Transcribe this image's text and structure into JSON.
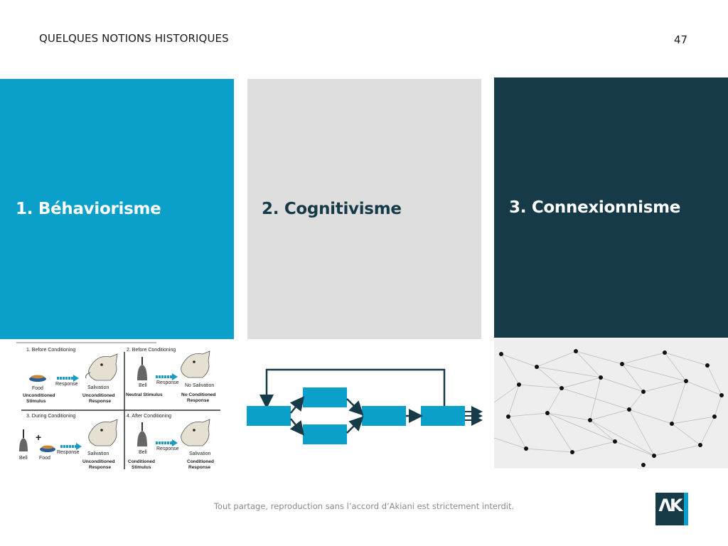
{
  "header": {
    "title": "QUELQUES NOTIONS HISTORIQUES",
    "page_number": "47"
  },
  "panels": [
    {
      "label": "1. Béhaviorisme",
      "color": "#0aa0c9"
    },
    {
      "label": "2. Cognitivisme",
      "color": "#dedede"
    },
    {
      "label": "3. Connexionnisme",
      "color": "#163a48"
    }
  ],
  "conditioning": {
    "step1": "1. Before Conditioning",
    "step2": "2. Before Conditioning",
    "step3": "3. During Conditioning",
    "step4": "4. After Conditioning",
    "food": "Food",
    "bell": "Bell",
    "response": "Response",
    "salivation": "Salivation",
    "no_salivation": "No Salivation",
    "unconditioned_stimulus_1": "Unconditioned",
    "unconditioned_stimulus_2": "Stimulus",
    "unconditioned_response_1": "Unconditioned",
    "unconditioned_response_2": "Response",
    "neutral_stimulus": "Neutral Stimulus",
    "no_conditioned_1": "No Conditioned",
    "no_conditioned_2": "Response",
    "conditioned_stimulus_1": "Conditioned",
    "conditioned_stimulus_2": "Stimulus",
    "conditioned_response_1": "Conditioned",
    "conditioned_response_2": "Response"
  },
  "footer": {
    "note": "Tout partage, reproduction sans l’accord d’Akiani est strictement interdit."
  },
  "logo": {
    "text": "ΛK"
  }
}
